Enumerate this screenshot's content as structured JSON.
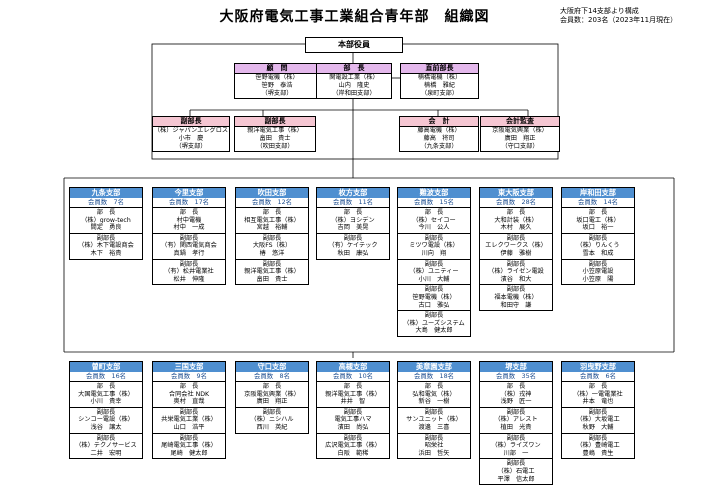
{
  "title": "大阪府電気工事工業組合青年部　組織図",
  "note": {
    "line1": "大阪府下14支部より構成",
    "line2": "会員数：203名（2023年11月現在）"
  },
  "headquarters": "本部役員",
  "officers": [
    {
      "id": "adviser",
      "role": "顧　問",
      "lines": [
        "笹野電機（株）",
        "笹野　泰浩",
        "（堺支部）"
      ]
    },
    {
      "id": "chief",
      "role": "部　長",
      "lines": [
        "関電設工業（株）",
        "山内　隆史",
        "（岸和田支部）"
      ]
    },
    {
      "id": "former",
      "role": "直前部長",
      "lines": [
        "楠橋電機（株）",
        "楠橋　雅紀",
        "（泉町支部）"
      ]
    },
    {
      "id": "vice1",
      "role": "副部長",
      "lines": [
        "（株）ジャパンエレグロス",
        "小市　慶",
        "（堺支部）"
      ]
    },
    {
      "id": "vice2",
      "role": "副部長",
      "lines": [
        "親洋電気工事（株）",
        "畠田　貴士",
        "（吹田支部）"
      ]
    },
    {
      "id": "account",
      "role": "会　計",
      "lines": [
        "藤高電機（株）",
        "藤高　将司",
        "（九条支部）"
      ]
    },
    {
      "id": "audit",
      "role": "会計監査",
      "lines": [
        "京阪電気興業（株）",
        "廣田　翔正",
        "（守口支部）"
      ]
    }
  ],
  "branches_top": [
    {
      "name": "九条支部",
      "count": "会員数　7名",
      "sections": [
        [
          "部　長",
          "（株）grow-tech",
          "間定　勇良"
        ],
        [
          "副部長",
          "（株）木下電設商会",
          "木下　裕貴"
        ]
      ]
    },
    {
      "name": "今里支部",
      "count": "会員数　17名",
      "sections": [
        [
          "部　長",
          "村中電機",
          "村中　一成"
        ],
        [
          "副部長",
          "（有）関西電気商会",
          "真鍋　孝行"
        ],
        [
          "副部長",
          "（有）松井電業社",
          "松井　伸隆"
        ]
      ]
    },
    {
      "name": "吹田支部",
      "count": "会員数　12名",
      "sections": [
        [
          "部　長",
          "相互電気工事（株）",
          "宮越　裕輔"
        ],
        [
          "副部長",
          "大阪FS（株）",
          "椿　悠洋"
        ],
        [
          "副部長",
          "親洋電気工事（株）",
          "畠田　貴士"
        ]
      ]
    },
    {
      "name": "枚方支部",
      "count": "会員数　11名",
      "sections": [
        [
          "部　長",
          "（株）ヨシデン",
          "吉岡　美晃"
        ],
        [
          "副部長",
          "（有）ケイテック",
          "秋田　康弘"
        ]
      ]
    },
    {
      "name": "難波支部",
      "count": "会員数　15名",
      "sections": [
        [
          "部　長",
          "（株）セイコー",
          "今川　公人"
        ],
        [
          "副部長",
          "ミツワ電設（株）",
          "川向　翔"
        ],
        [
          "副部長",
          "（株）ユニティー",
          "小川　大輔"
        ],
        [
          "副部長",
          "笹野電機（株）",
          "古口　雅弘"
        ],
        [
          "副部長",
          "（株）ユーズシステム",
          "大島　健太郎"
        ]
      ]
    },
    {
      "name": "東大阪支部",
      "count": "会員数　28名",
      "sections": [
        [
          "部　長",
          "大和計装（株）",
          "木村　展久"
        ],
        [
          "副部長",
          "エレクワークス（株）",
          "伊藤　雅樹"
        ],
        [
          "副部長",
          "（株）ライゼン電設",
          "濱谷　和大"
        ],
        [
          "副部長",
          "福本電機（株）",
          "和田守　謙"
        ]
      ]
    },
    {
      "name": "岸和田支部",
      "count": "会員数　14名",
      "sections": [
        [
          "部　長",
          "坂口電工（株）",
          "坂口　裕一"
        ],
        [
          "副部長",
          "（株）りんくう",
          "雪本　和成"
        ],
        [
          "副部長",
          "小笠原電設",
          "小笠原　陽"
        ]
      ]
    }
  ],
  "branches_bottom": [
    {
      "name": "曽町支部",
      "count": "会員数　16名",
      "sections": [
        [
          "部　長",
          "大国電気工事（株）",
          "小川　貴幸"
        ],
        [
          "副部長",
          "シンコー電設（株）",
          "浅谷　譲太"
        ],
        [
          "副部長",
          "（株）テクノサービス",
          "二井　宏明"
        ]
      ]
    },
    {
      "name": "三国支部",
      "count": "会員数　9名",
      "sections": [
        [
          "部　長",
          "合同会社 NDK",
          "奥村　直哉"
        ],
        [
          "副部長",
          "共栄電気工業（株）",
          "山口　浩平"
        ],
        [
          "副部長",
          "尾崎電気工事（株）",
          "尾崎　健太郎"
        ]
      ]
    },
    {
      "name": "守口支部",
      "count": "会員数　8名",
      "sections": [
        [
          "部　長",
          "京阪電気興業（株）",
          "廣田　翔正"
        ],
        [
          "副部長",
          "（株）ニシハル",
          "西川　英紀"
        ]
      ]
    },
    {
      "name": "高槻支部",
      "count": "会員数　10名",
      "sections": [
        [
          "部　長",
          "親洋電気工事（株）",
          "井井　智"
        ],
        [
          "副部長",
          "電気工事ハマ",
          "濱田　尚弘"
        ],
        [
          "副部長",
          "広沢電気工事（株）",
          "白阪　範稀"
        ]
      ]
    },
    {
      "name": "美章園支部",
      "count": "会員数　18名",
      "sections": [
        [
          "部　長",
          "弘和電気（株）",
          "新谷　一樹"
        ],
        [
          "副部長",
          "サンユニット（株）",
          "渡邊　三喜"
        ],
        [
          "副部長",
          "昭栄社",
          "浜田　哲矢"
        ]
      ]
    },
    {
      "name": "堺支部",
      "count": "会員数　35名",
      "sections": [
        [
          "部　長",
          "（株）戎神",
          "浅野　匠一"
        ],
        [
          "副部長",
          "（株）アレスト",
          "植田　光貴"
        ],
        [
          "副部長",
          "（株）ライズワン",
          "川部　一"
        ],
        [
          "副部長",
          "（株）石電工",
          "平澤　信太郎"
        ]
      ]
    },
    {
      "name": "羽曳野支部",
      "count": "会員数　6名",
      "sections": [
        [
          "部　長",
          "（株）一電電業社",
          "井本　竜也"
        ],
        [
          "副部長",
          "（株）大坂電工",
          "秋野　大輔"
        ],
        [
          "副部長",
          "（株）豊崎電工",
          "豊嶋　貴生"
        ]
      ]
    }
  ]
}
